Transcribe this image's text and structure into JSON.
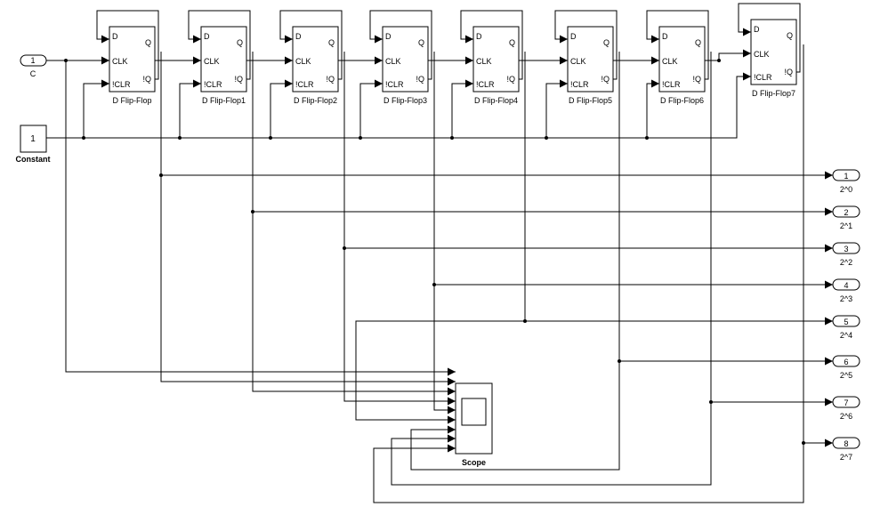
{
  "inport": {
    "number": "1",
    "name": "C"
  },
  "constant": {
    "value": "1",
    "name": "Constant"
  },
  "flipflops": [
    {
      "name": "D Flip-Flop",
      "port_d": "D",
      "port_clk": "CLK",
      "port_clr": "!CLR",
      "port_q": "Q",
      "port_nq": "!Q"
    },
    {
      "name": "D Flip-Flop1",
      "port_d": "D",
      "port_clk": "CLK",
      "port_clr": "!CLR",
      "port_q": "Q",
      "port_nq": "!Q"
    },
    {
      "name": "D Flip-Flop2",
      "port_d": "D",
      "port_clk": "CLK",
      "port_clr": "!CLR",
      "port_q": "Q",
      "port_nq": "!Q"
    },
    {
      "name": "D Flip-Flop3",
      "port_d": "D",
      "port_clk": "CLK",
      "port_clr": "!CLR",
      "port_q": "Q",
      "port_nq": "!Q"
    },
    {
      "name": "D Flip-Flop4",
      "port_d": "D",
      "port_clk": "CLK",
      "port_clr": "!CLR",
      "port_q": "Q",
      "port_nq": "!Q"
    },
    {
      "name": "D Flip-Flop5",
      "port_d": "D",
      "port_clk": "CLK",
      "port_clr": "!CLR",
      "port_q": "Q",
      "port_nq": "!Q"
    },
    {
      "name": "D Flip-Flop6",
      "port_d": "D",
      "port_clk": "CLK",
      "port_clr": "!CLR",
      "port_q": "Q",
      "port_nq": "!Q"
    },
    {
      "name": "D Flip-Flop7",
      "port_d": "D",
      "port_clk": "CLK",
      "port_clr": "!CLR",
      "port_q": "Q",
      "port_nq": "!Q"
    }
  ],
  "outports": [
    {
      "number": "1",
      "name": "2^0"
    },
    {
      "number": "2",
      "name": "2^1"
    },
    {
      "number": "3",
      "name": "2^2"
    },
    {
      "number": "4",
      "name": "2^3"
    },
    {
      "number": "5",
      "name": "2^4"
    },
    {
      "number": "6",
      "name": "2^5"
    },
    {
      "number": "7",
      "name": "2^6"
    },
    {
      "number": "8",
      "name": "2^7"
    }
  ],
  "scope": {
    "name": "Scope"
  }
}
